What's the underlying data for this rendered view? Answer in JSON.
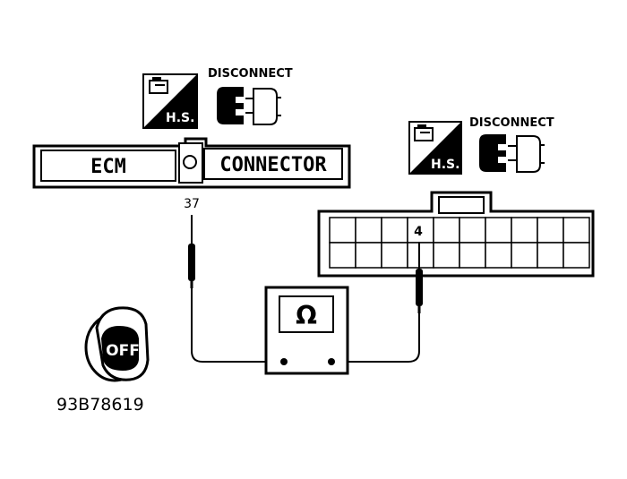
{
  "hs_badge_label": "H.S.",
  "disconnect_label": "DISCONNECT",
  "ecm_connector": {
    "left_label": "ECM",
    "right_label": "CONNECTOR"
  },
  "pins": {
    "ecm_pin": "37",
    "connector_pin": "4"
  },
  "meter": {
    "symbol": "Ω"
  },
  "ignition": {
    "position_label": "OFF"
  },
  "figure_id": "93B78619"
}
